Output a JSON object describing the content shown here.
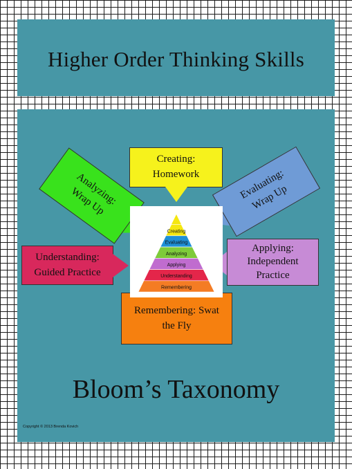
{
  "header": {
    "title": "Higher Order Thinking Skills"
  },
  "footer": {
    "subtitle": "Bloom’s Taxonomy",
    "copyright": "Copyright © 2013 Brenda Kovich"
  },
  "skills": {
    "creating": {
      "line1": "Creating:",
      "line2": "Homework",
      "color": "#f6f21c"
    },
    "evaluating": {
      "line1": "Evaluating:",
      "line2": "Wrap Up",
      "color": "#6f9bd6"
    },
    "applying": {
      "line1": "Applying:",
      "line2": "Independent",
      "line3": "Practice",
      "color": "#c78bd6"
    },
    "remembering": {
      "line1": "Remembering: Swat",
      "line2": "the Fly",
      "color": "#f6800f"
    },
    "understanding": {
      "line1": "Understanding:",
      "line2": "Guided Practice",
      "color": "#d8285c"
    },
    "analyzing": {
      "line1": "Analyzing:",
      "line2": "Wrap Up",
      "color": "#39e21c"
    }
  },
  "pyramid": {
    "levels": [
      "Creating",
      "Evaluating",
      "Analyzing",
      "Applying",
      "Understanding",
      "Remembering"
    ],
    "colors": [
      "#f5e711",
      "#1f8fd6",
      "#7ecb3a",
      "#c06ccf",
      "#e4264a",
      "#f47c24"
    ]
  }
}
